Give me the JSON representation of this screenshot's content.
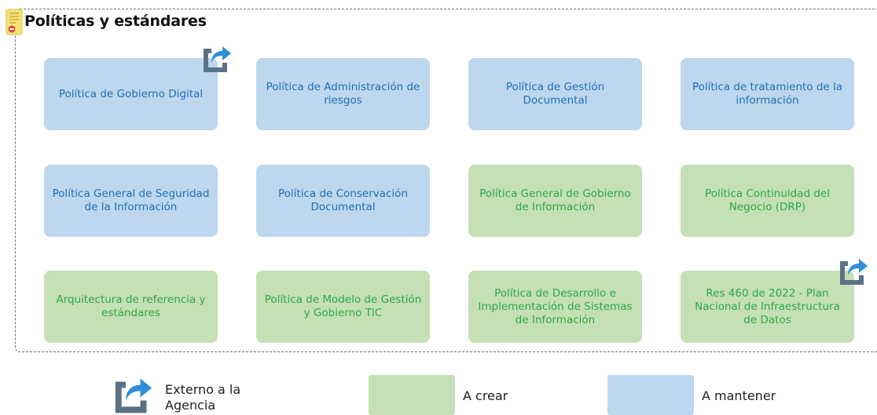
{
  "section": {
    "title": "Políticas y estándares"
  },
  "colors": {
    "a_mantener": "#bdd7ee",
    "a_crear": "#c5e0b4",
    "blue_text": "#1f6fb4",
    "green_text": "#2aa84a"
  },
  "cards": [
    {
      "label": "Política de Gobierno Digital",
      "status": "A mantener",
      "external": true
    },
    {
      "label": "Política de Administración de riesgos",
      "status": "A mantener",
      "external": false
    },
    {
      "label": "Política de Gestión Documental",
      "status": "A mantener",
      "external": false
    },
    {
      "label": "Política de tratamiento de la información",
      "status": "A mantener",
      "external": false
    },
    {
      "label": "Política General de Seguridad de la Información",
      "status": "A mantener",
      "external": false
    },
    {
      "label": "Política de Conservación Documental",
      "status": "A mantener",
      "external": false
    },
    {
      "label": "Política General de Gobierno de Información",
      "status": "A crear",
      "external": false
    },
    {
      "label": "Política Continuidad del Negocio (DRP)",
      "status": "A crear",
      "external": false
    },
    {
      "label": "Arquitectura de referencia y estándares",
      "status": "A crear",
      "external": false
    },
    {
      "label": "Política de Modelo de Gestión y Gobierno TIC",
      "status": "A crear",
      "external": false
    },
    {
      "label": "Política de Desarrollo e Implementación de Sistemas de Información",
      "status": "A crear",
      "external": false
    },
    {
      "label": "Res 460 de 2022 - Plan Nacional de Infraestructura de Datos",
      "status": "A crear",
      "external": true
    }
  ],
  "legend": {
    "external_line1": "Externo a la",
    "external_line2": "Agencia",
    "a_crear": "A crear",
    "a_mantener": "A mantener"
  }
}
